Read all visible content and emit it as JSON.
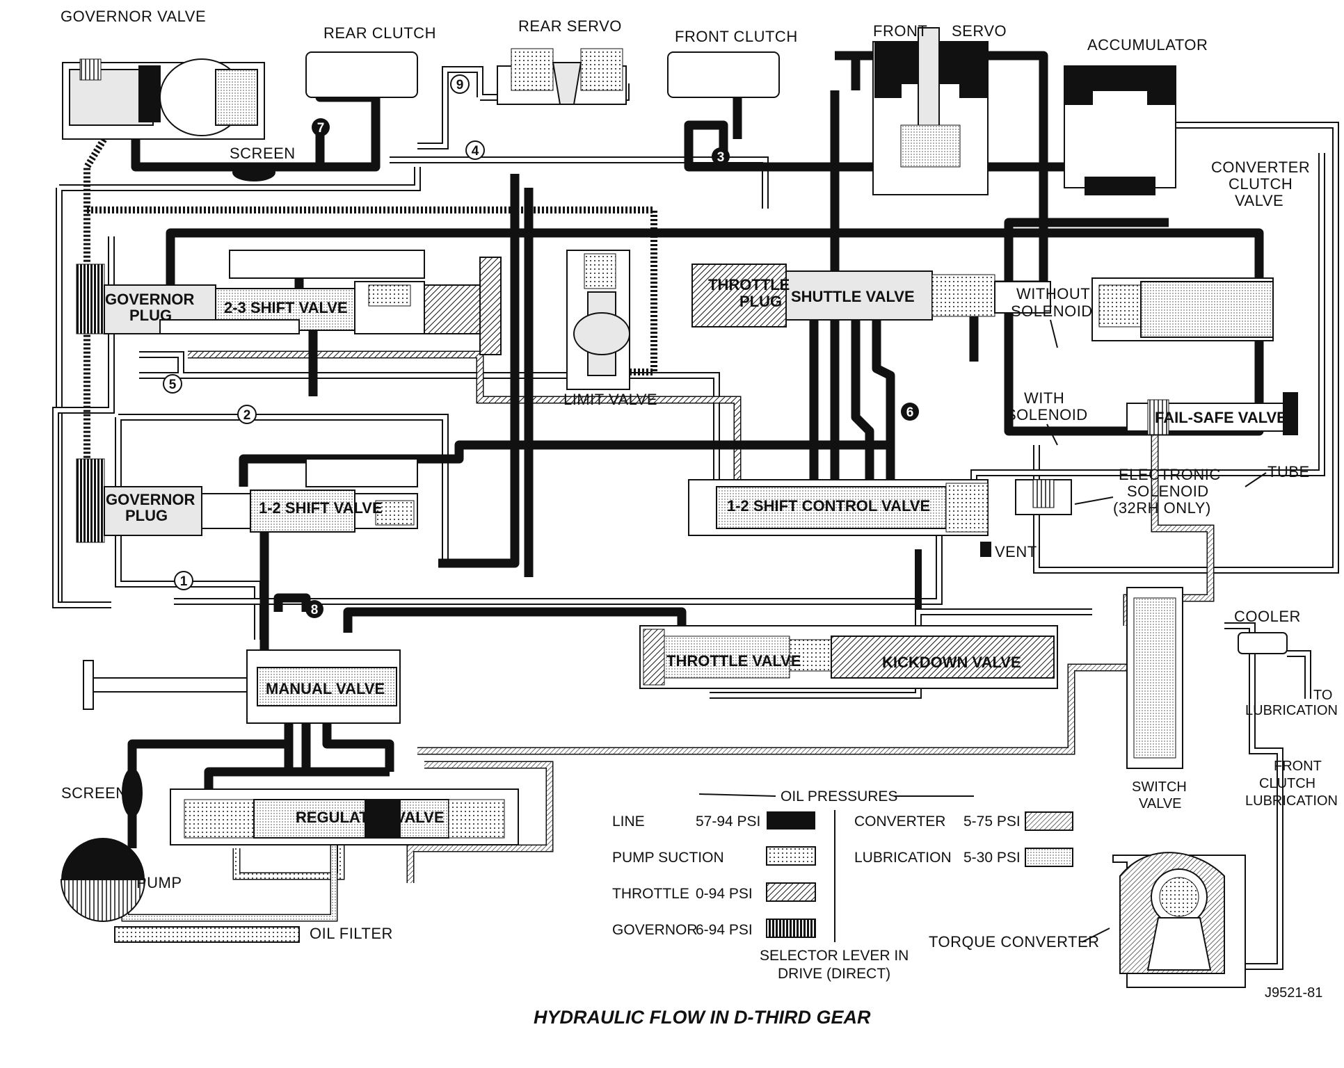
{
  "title": "HYDRAULIC FLOW IN D-THIRD GEAR",
  "figure_id": "J9521-81",
  "components": {
    "governor_valve": "GOVERNOR VALVE",
    "rear_clutch": "REAR CLUTCH",
    "rear_servo": "REAR SERVO",
    "front_clutch": "FRONT CLUTCH",
    "front_servo": "FRONT",
    "front_servo_b": "SERVO",
    "accumulator": "ACCUMULATOR",
    "screen_top": "SCREEN",
    "converter_clutch_valve_1": "CONVERTER",
    "converter_clutch_valve_2": "CLUTCH",
    "converter_clutch_valve_3": "VALVE",
    "governor_plug_upper_1": "GOVERNOR",
    "governor_plug_upper_2": "PLUG",
    "shift_23": "2-3 SHIFT VALVE",
    "limit_valve": "LIMIT VALVE",
    "throttle_plug_1": "THROTTLE",
    "throttle_plug_2": "PLUG",
    "shuttle_valve": "SHUTTLE VALVE",
    "without_solenoid_1": "WITHOUT",
    "without_solenoid_2": "SOLENOID",
    "with_solenoid_1": "WITH",
    "with_solenoid_2": "SOLENOID",
    "fail_safe": "FAIL-SAFE VALVE",
    "tube": "TUBE",
    "electronic_solenoid_1": "ELECTRONIC",
    "electronic_solenoid_2": "SOLENOID",
    "electronic_solenoid_3": "(32RH ONLY)",
    "governor_plug_lower_1": "GOVERNOR",
    "governor_plug_lower_2": "PLUG",
    "shift_12": "1-2 SHIFT VALVE",
    "shift_12_control": "1-2 SHIFT CONTROL VALVE",
    "vent": "VENT",
    "throttle_valve": "THROTTLE VALVE",
    "kickdown_valve": "KICKDOWN VALVE",
    "manual_valve": "MANUAL VALVE",
    "regulator_valve": "REGULATOR VALVE",
    "screen_lower": "SCREEN",
    "pump": "PUMP",
    "oil_filter": "OIL FILTER",
    "cooler": "COOLER",
    "to_lubrication_1": "TO",
    "to_lubrication_2": "LUBRICATION",
    "front_clutch_lub_1": "FRONT",
    "front_clutch_lub_2": "CLUTCH",
    "front_clutch_lub_3": "LUBRICATION",
    "switch_valve_1": "SWITCH",
    "switch_valve_2": "VALVE",
    "torque_converter": "TORQUE CONVERTER"
  },
  "ball_checks": {
    "n1": "1",
    "n2": "2",
    "n3": "3",
    "n4": "4",
    "n5": "5",
    "n6": "6",
    "n7": "7",
    "n8": "8",
    "n9": "9"
  },
  "legend": {
    "heading": "OIL PRESSURES",
    "line_label": "LINE",
    "line_value": "57-94 PSI",
    "pump_suction_label": "PUMP SUCTION",
    "throttle_label": "THROTTLE",
    "throttle_value": "0-94 PSI",
    "governor_label": "GOVERNOR",
    "governor_value": "6-94 PSI",
    "converter_label": "CONVERTER",
    "converter_value": "5-75 PSI",
    "lubrication_label": "LUBRICATION",
    "lubrication_value": "5-30 PSI",
    "selector_1": "SELECTOR LEVER IN",
    "selector_2": "DRIVE (DIRECT)"
  },
  "colors": {
    "line": "#111111",
    "background": "#ffffff",
    "part_fill": "#e8e8e8"
  }
}
